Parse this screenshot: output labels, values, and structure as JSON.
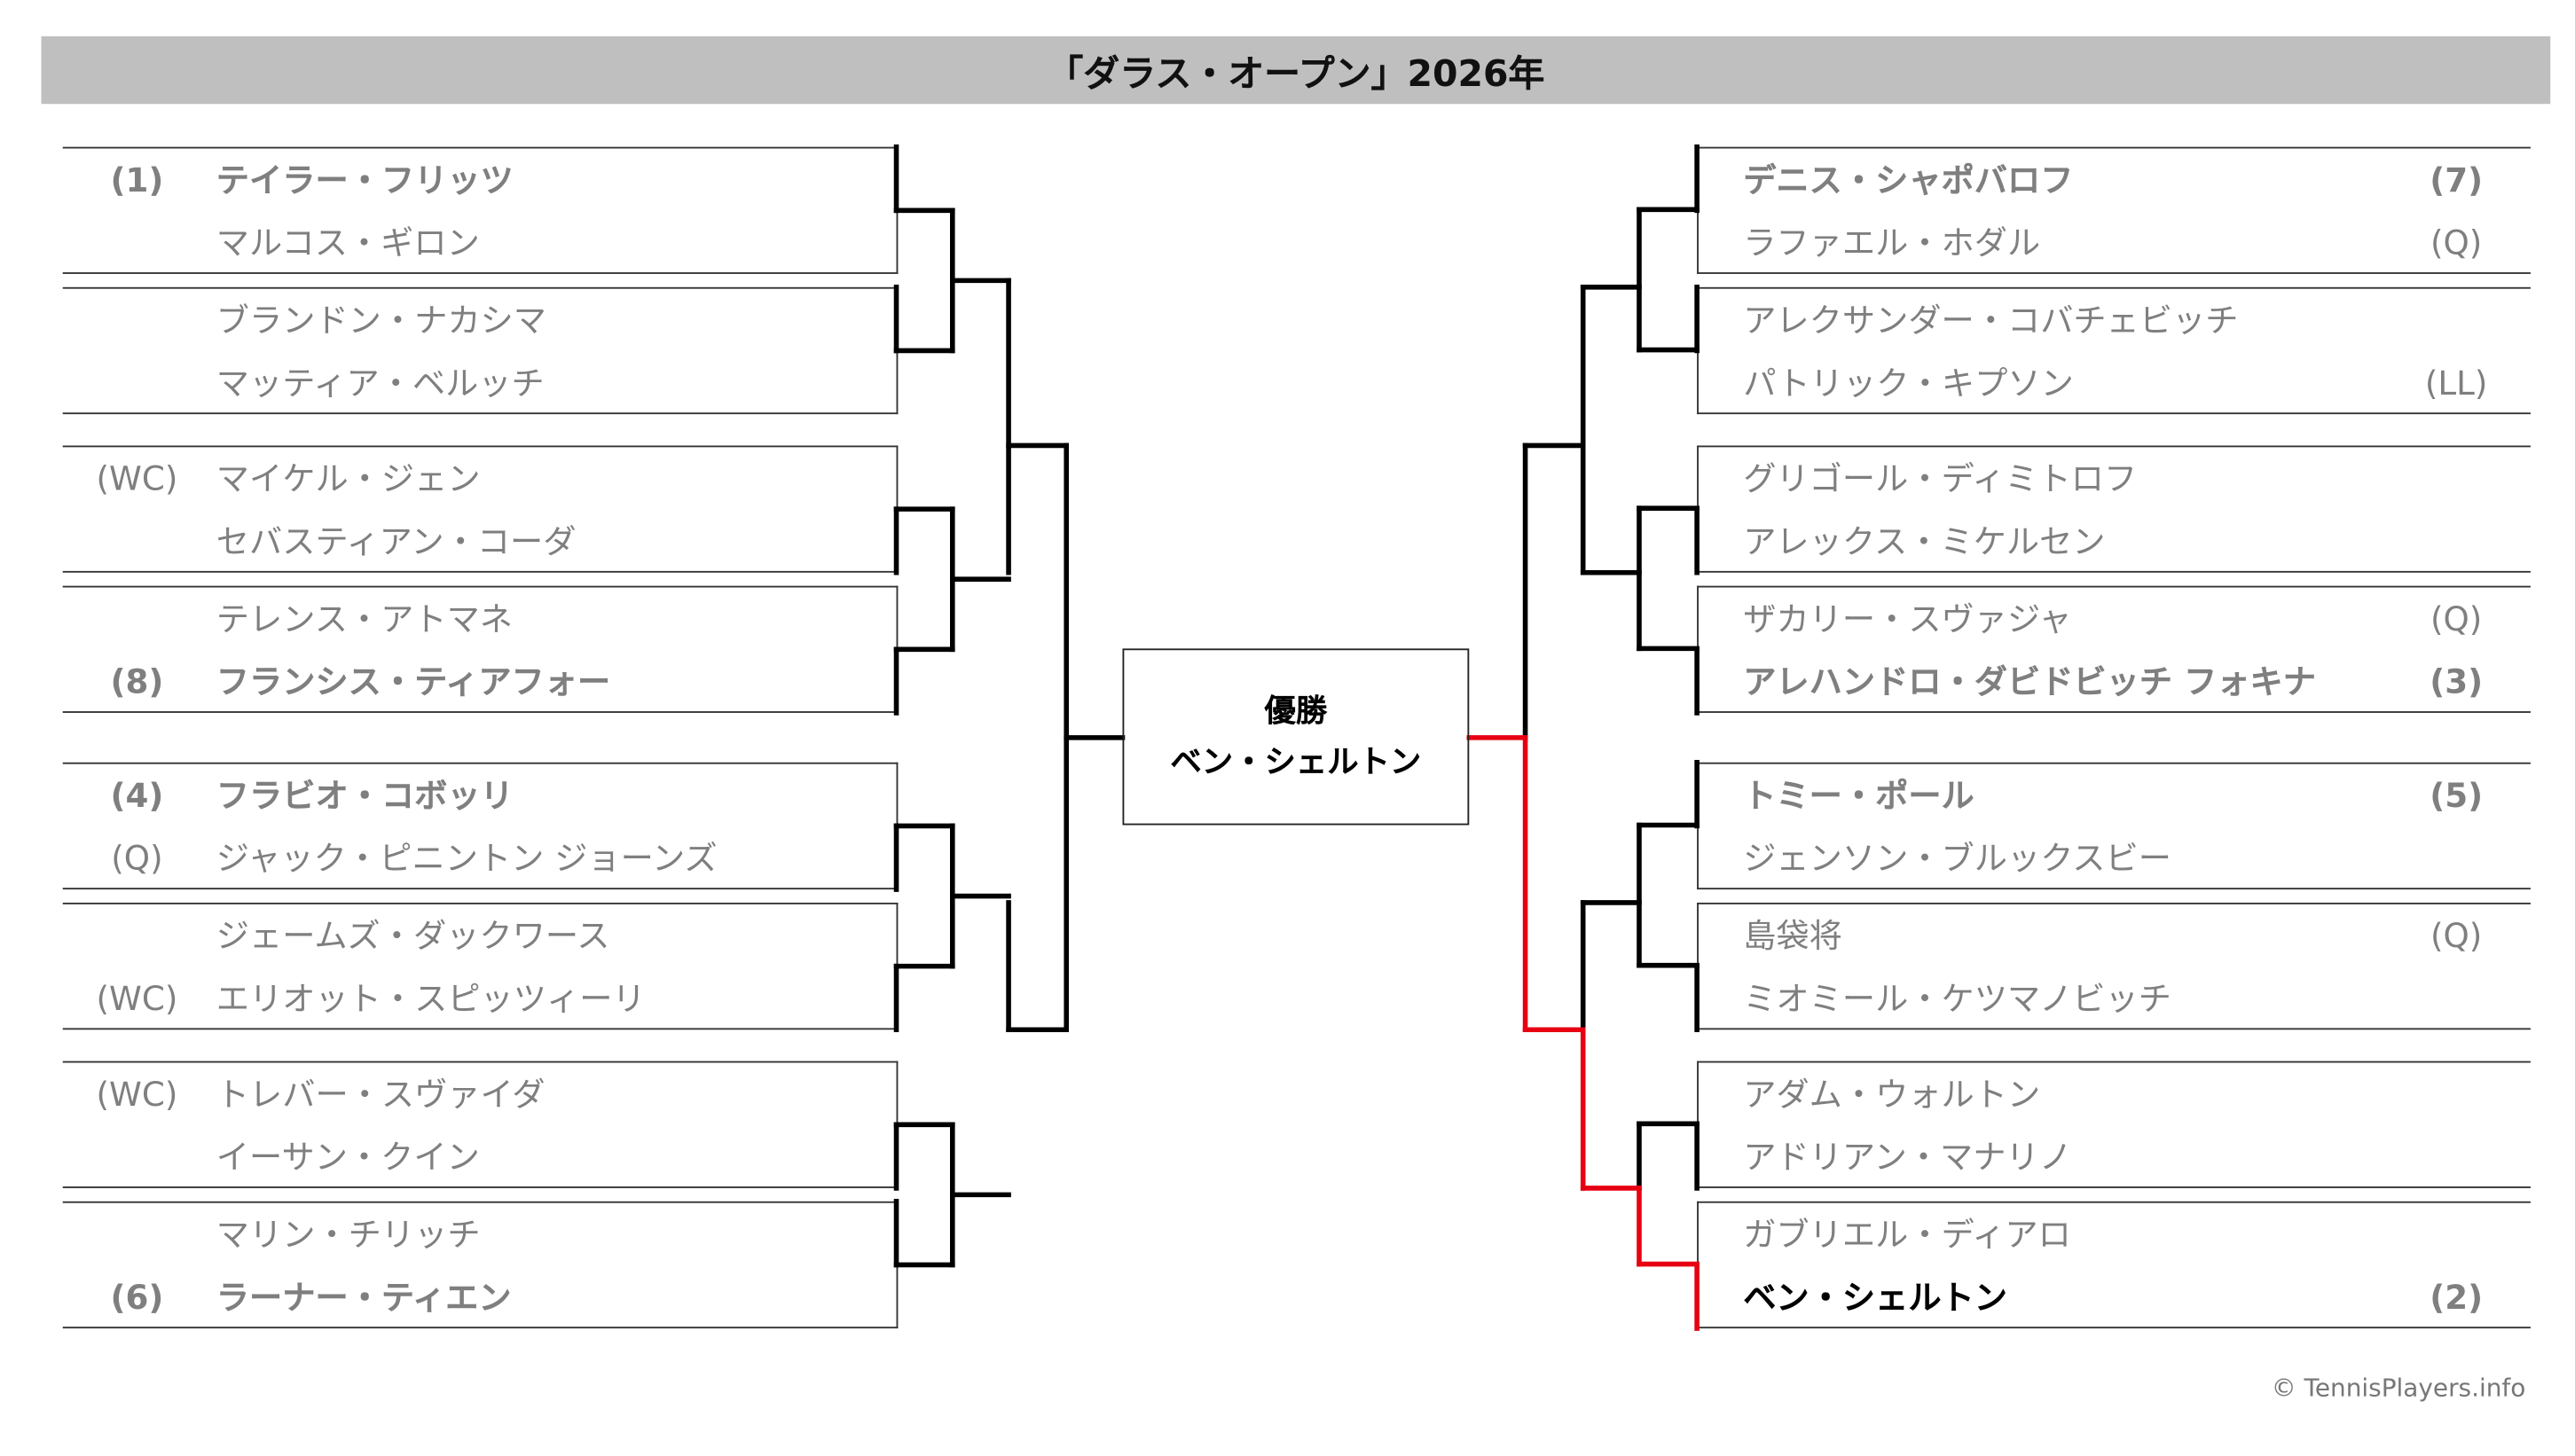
{
  "title": "「ダラス・オープン」2026年",
  "champion": {
    "label": "優勝",
    "name": "ベン・シェルトン"
  },
  "copyright": "© TennisPlayers.info",
  "colors": {
    "winner_path": "#e60012",
    "text": "#7f7f7f",
    "line": "#000000"
  },
  "left": [
    {
      "advances": 0,
      "players": [
        {
          "seed": "(1)",
          "name": "テイラー・フリッツ",
          "bold": true
        },
        {
          "seed": "",
          "name": "マルコス・ギロン",
          "bold": false
        }
      ]
    },
    {
      "advances": 0,
      "players": [
        {
          "seed": "",
          "name": "ブランドン・ナカシマ",
          "bold": false
        },
        {
          "seed": "",
          "name": "マッティア・ベルッチ",
          "bold": false
        }
      ]
    },
    {
      "advances": 1,
      "players": [
        {
          "seed": "(WC)",
          "name": "マイケル・ジェン",
          "bold": false
        },
        {
          "seed": "",
          "name": "セバスティアン・コーダ",
          "bold": false
        }
      ]
    },
    {
      "advances": 1,
      "players": [
        {
          "seed": "",
          "name": "テレンス・アトマネ",
          "bold": false
        },
        {
          "seed": "(8)",
          "name": "フランシス・ティアフォー",
          "bold": true
        }
      ]
    },
    {
      "advances": 1,
      "players": [
        {
          "seed": "(4)",
          "name": "フラビオ・コボッリ",
          "bold": true
        },
        {
          "seed": "(Q)",
          "name": "ジャック・ピニントン ジョーンズ",
          "bold": false
        }
      ]
    },
    {
      "advances": 1,
      "players": [
        {
          "seed": "",
          "name": "ジェームズ・ダックワース",
          "bold": false
        },
        {
          "seed": "(WC)",
          "name": "エリオット・スピッツィーリ",
          "bold": false
        }
      ]
    },
    {
      "advances": 1,
      "players": [
        {
          "seed": "(WC)",
          "name": "トレバー・スヴァイダ",
          "bold": false
        },
        {
          "seed": "",
          "name": "イーサン・クイン",
          "bold": false
        }
      ]
    },
    {
      "advances": 0,
      "players": [
        {
          "seed": "",
          "name": "マリン・チリッチ",
          "bold": false
        },
        {
          "seed": "(6)",
          "name": "ラーナー・ティエン",
          "bold": true
        }
      ]
    }
  ],
  "right": [
    {
      "advances": 0,
      "players": [
        {
          "seed": "(7)",
          "name": "デニス・シャポバロフ",
          "bold": true
        },
        {
          "seed": "(Q)",
          "name": "ラファエル・ホダル",
          "bold": false
        }
      ]
    },
    {
      "advances": 0,
      "players": [
        {
          "seed": "",
          "name": "アレクサンダー・コバチェビッチ",
          "bold": false
        },
        {
          "seed": "(LL)",
          "name": "パトリック・キプソン",
          "bold": false
        }
      ]
    },
    {
      "advances": 1,
      "players": [
        {
          "seed": "",
          "name": "グリゴール・ディミトロフ",
          "bold": false
        },
        {
          "seed": "",
          "name": "アレックス・ミケルセン",
          "bold": false
        }
      ]
    },
    {
      "advances": 1,
      "players": [
        {
          "seed": "(Q)",
          "name": "ザカリー・スヴァジャ",
          "bold": false
        },
        {
          "seed": "(3)",
          "name": "アレハンドロ・ダビドビッチ フォキナ",
          "bold": true
        }
      ]
    },
    {
      "advances": 0,
      "players": [
        {
          "seed": "(5)",
          "name": "トミー・ポール",
          "bold": true
        },
        {
          "seed": "",
          "name": "ジェンソン・ブルックスビー",
          "bold": false
        }
      ]
    },
    {
      "advances": 1,
      "players": [
        {
          "seed": "(Q)",
          "name": "島袋将",
          "bold": false
        },
        {
          "seed": "",
          "name": "ミオミール・ケツマノビッチ",
          "bold": false
        }
      ]
    },
    {
      "advances": 1,
      "players": [
        {
          "seed": "",
          "name": "アダム・ウォルトン",
          "bold": false
        },
        {
          "seed": "",
          "name": "アドリアン・マナリノ",
          "bold": false
        }
      ]
    },
    {
      "advances": 1,
      "champion": true,
      "players": [
        {
          "seed": "",
          "name": "ガブリエル・ディアロ",
          "bold": false
        },
        {
          "seed": "(2)",
          "name": "ベン・シェルトン",
          "bold": true
        }
      ]
    }
  ]
}
